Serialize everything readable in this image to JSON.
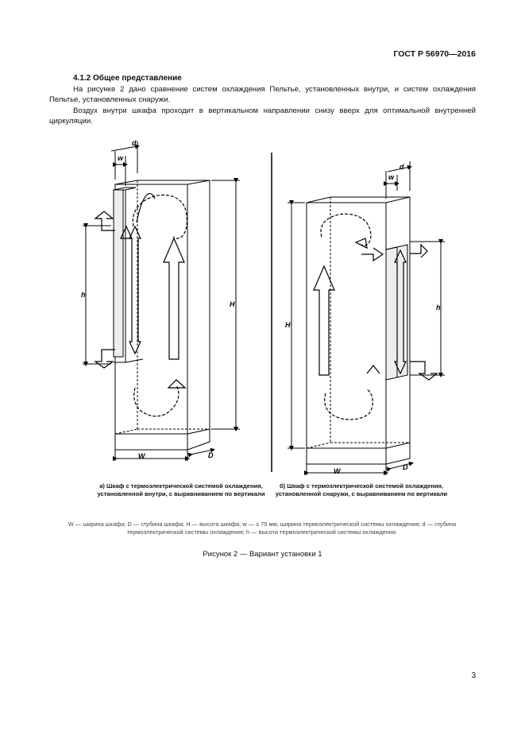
{
  "header": {
    "standard": "ГОСТ Р 56970—2016"
  },
  "section": {
    "heading": "4.1.2 Общее представление",
    "paragraphs": [
      "На рисунке 2 дано сравнение систем охлаждения Пельтье, установленных внутри, и систем охлаждения Пельтье, установленных снаружи.",
      "Воздух внутри шкафа проходит в вертикальном направлении снизу вверх для оптимальной внутренней циркуляции."
    ]
  },
  "figure": {
    "labels": {
      "W": "W",
      "D": "D",
      "H": "H",
      "w": "w",
      "d": "d",
      "h": "h"
    },
    "caption_a": "а) Шкаф с термоэлектрической системой охлаждения, установленной внутри, с выравниванием по вертикали",
    "caption_b": "б) Шкаф с термоэлектрической системой охлаждения, установленной снаружи, с выравниванием по вертикали",
    "legend": "W — ширина шкафа; D — глубина шкафа; H — высота шкафа; w — ≤ 75 мм, ширина термоэлектрической системы охлаждения; d — глубина термоэлектрической системы охлаждения; h — высота термоэлектрической системы охлаждения.",
    "title": "Рисунок 2 — Вариант установки 1"
  },
  "page": {
    "number": "3"
  }
}
